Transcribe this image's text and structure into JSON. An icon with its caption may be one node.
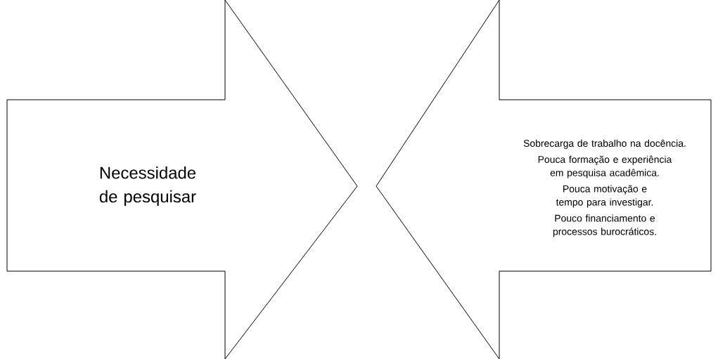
{
  "diagram": {
    "nodes": [
      {
        "text": [
          "Necessidade de pesquisar"
        ]
      },
      {
        "text": [
          "Sobrecarga de trabalho na docência.",
          "Pouca formação e experiência em pesquisa acadêmica.",
          "Pouca motivação e tempo para investigar.",
          "Pouco financiamento e processos burocráticos."
        ]
      }
    ]
  }
}
